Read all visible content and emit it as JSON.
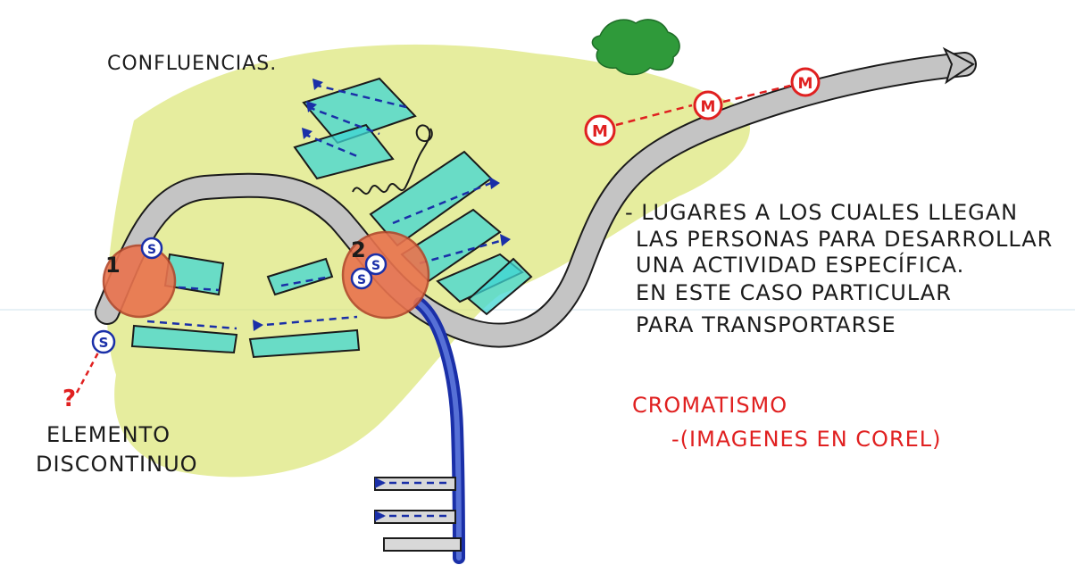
{
  "title": "CONFLUENCIAS.",
  "description": {
    "lines": [
      "- LUGARES A LOS CUALES LLEGAN",
      "LAS PERSONAS PARA DESARROLLAR",
      "UNA ACTIVIDAD ESPECÍFICA.",
      "EN ESTE CASO PARTICULAR",
      "PARA TRANSPORTARSE"
    ]
  },
  "cromatismo": {
    "heading": "CROMATISMO",
    "note": "-(IMAGENES EN COREL)"
  },
  "elemento": {
    "line1": "ELEMENTO",
    "line2": "DISCONTINUO"
  },
  "markers": {
    "node1": "1",
    "node2": "2",
    "stop": "S",
    "metro": "M",
    "question": "?"
  },
  "colors": {
    "paper": "#ffffff",
    "ink": "#1b1b1b",
    "green_area": "#d9e36a",
    "cyan_blocks": "#3fd6d3",
    "road": "#bdbdbd",
    "node": "#e9734e",
    "blue_ink": "#1a2fa8",
    "red_ink": "#e02020",
    "tree": "#2f9a3a"
  }
}
